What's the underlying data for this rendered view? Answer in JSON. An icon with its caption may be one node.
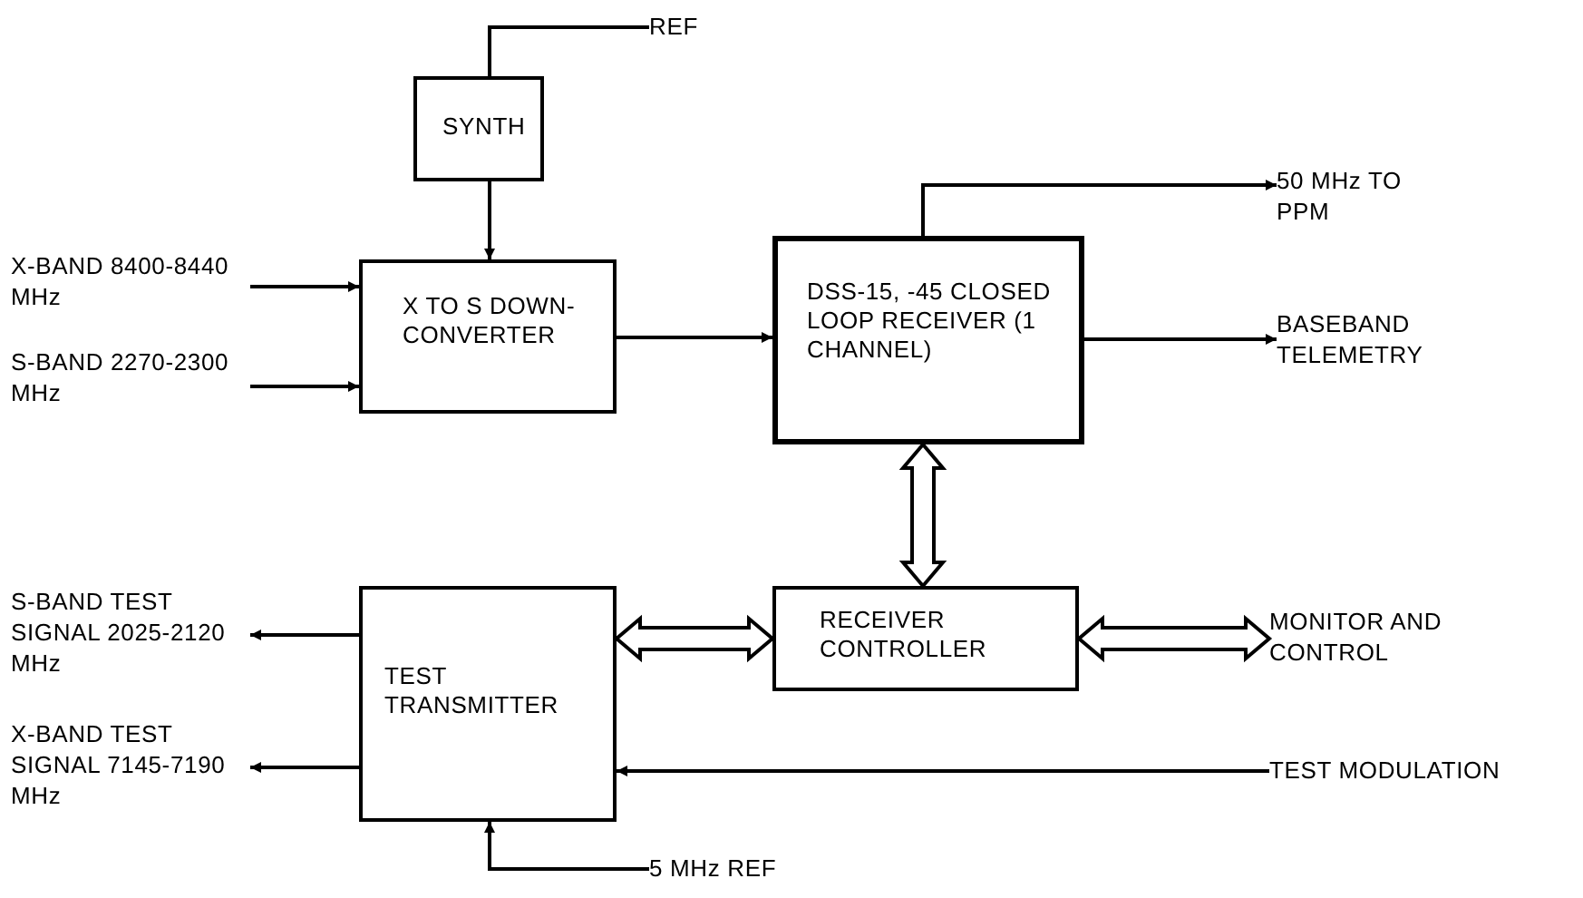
{
  "diagram": {
    "nodes": [
      {
        "text": [
          "REF"
        ]
      },
      {
        "text": [
          "SYNTH"
        ]
      },
      {
        "text": [
          "X-BAND 8400-8440 MHz"
        ]
      },
      {
        "text": [
          "S-BAND 2270-2300 MHz"
        ]
      },
      {
        "text": [
          "X TO S DOWN-CONVERTER"
        ]
      },
      {
        "text": [
          "DSS-15, -45 CLOSED LOOP RECEIVER (1 CHANNEL)"
        ]
      },
      {
        "text": [
          "50 MHz TO PPM"
        ]
      },
      {
        "text": [
          "BASEBAND TELEMETRY"
        ]
      },
      {
        "text": [
          "S-BAND TEST SIGNAL 2025-2120 MHz"
        ]
      },
      {
        "text": [
          "X-BAND TEST SIGNAL 7145-7190 MHz"
        ]
      },
      {
        "text": [
          "TEST TRANSMITTER"
        ]
      },
      {
        "text": [
          "RECEIVER CONTROLLER"
        ]
      },
      {
        "text": [
          "MONITOR AND CONTROL"
        ]
      },
      {
        "text": [
          "TEST MODULATION"
        ]
      },
      {
        "text": [
          "5 MHz REF"
        ]
      }
    ],
    "edges": [
      {
        "from": 0,
        "to": 1,
        "arrow": "none"
      },
      {
        "from": 1,
        "to": 4,
        "arrow": "to"
      },
      {
        "from": 2,
        "to": 4,
        "arrow": "to"
      },
      {
        "from": 3,
        "to": 4,
        "arrow": "to"
      },
      {
        "from": 4,
        "to": 5,
        "arrow": "to"
      },
      {
        "from": 5,
        "to": 6,
        "arrow": "to"
      },
      {
        "from": 5,
        "to": 7,
        "arrow": "to"
      },
      {
        "from": 5,
        "to": 11,
        "arrow": "both",
        "style": "thick"
      },
      {
        "from": 10,
        "to": 11,
        "arrow": "both",
        "style": "thick"
      },
      {
        "from": 11,
        "to": 12,
        "arrow": "both",
        "style": "thick"
      },
      {
        "from": 10,
        "to": 8,
        "arrow": "to"
      },
      {
        "from": 10,
        "to": 9,
        "arrow": "to"
      },
      {
        "from": 13,
        "to": 10,
        "arrow": "to"
      },
      {
        "from": 14,
        "to": 10,
        "arrow": "to"
      }
    ]
  }
}
